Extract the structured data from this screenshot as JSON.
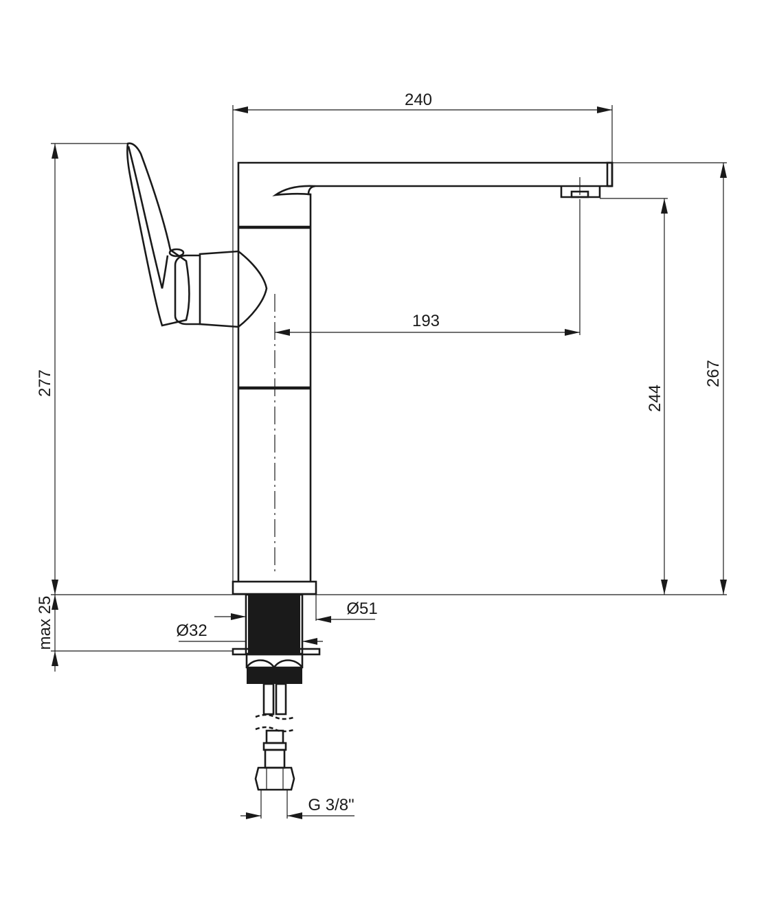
{
  "dimensions": {
    "width_total": "240",
    "spout_reach": "193",
    "outlet_height": "244",
    "spout_top_height": "267",
    "lever_top_height": "277",
    "max_counter_thickness": "max 25",
    "hole_diameter": "Ø32",
    "base_diameter": "Ø51",
    "connection_thread": "G 3/8\""
  },
  "colors": {
    "line": "#1a1a1a",
    "background": "#ffffff"
  }
}
